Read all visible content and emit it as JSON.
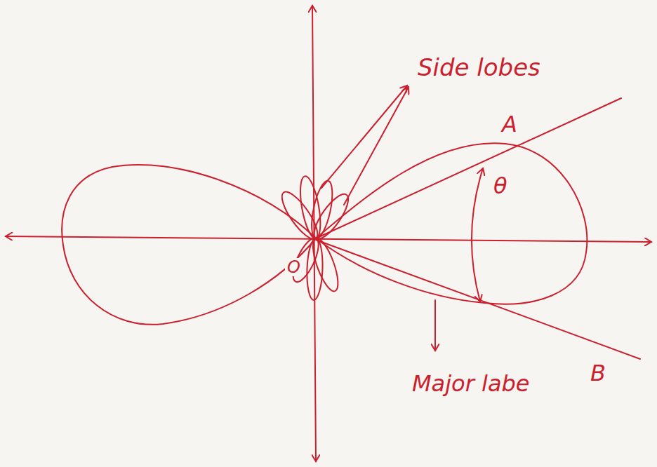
{
  "diagram": {
    "labels": [
      "Side lobes",
      "A",
      "θ",
      "O",
      "Major labe",
      "B"
    ]
  }
}
